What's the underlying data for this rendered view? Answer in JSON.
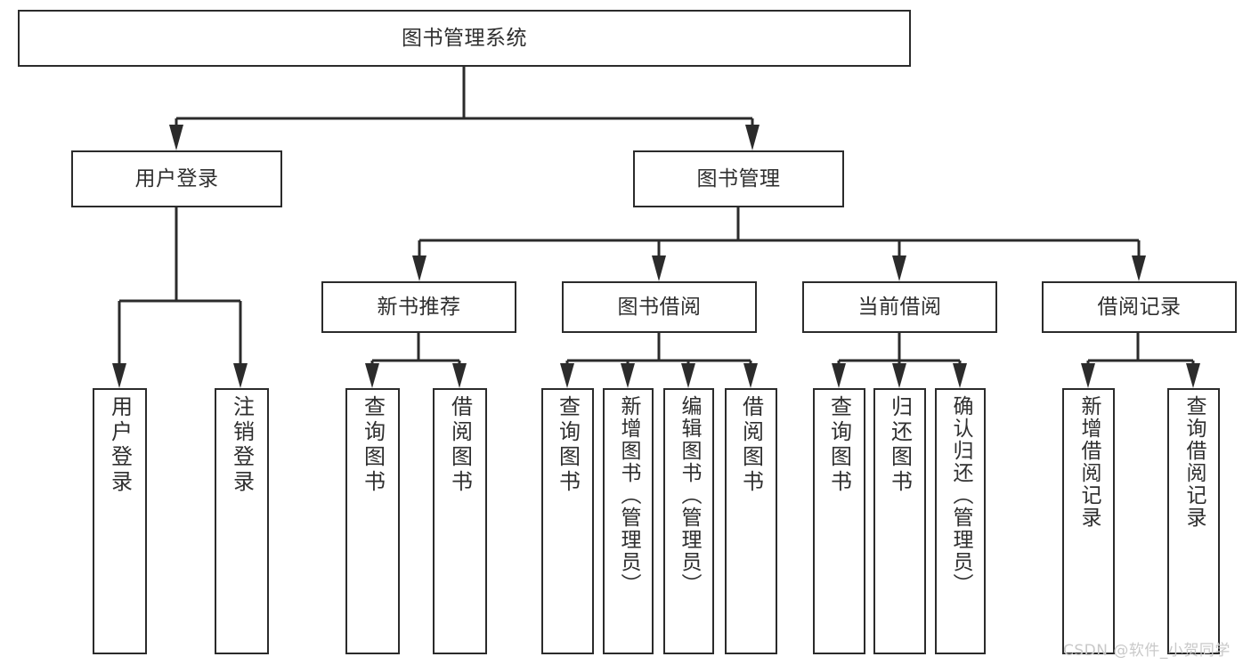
{
  "diagram": {
    "type": "tree-hierarchy-chart",
    "title": "图书管理系统",
    "colors": {
      "stroke": "#2b2b2b",
      "text": "#2f2f2f",
      "background": "#ffffff",
      "watermark": "#c9c9c9"
    },
    "levels": {
      "root": {
        "label": "图书管理系统"
      },
      "level2": [
        {
          "label": "用户登录"
        },
        {
          "label": "图书管理"
        }
      ],
      "level3": [
        {
          "label": "新书推荐"
        },
        {
          "label": "图书借阅"
        },
        {
          "label": "当前借阅"
        },
        {
          "label": "借阅记录"
        }
      ],
      "leaves": [
        {
          "label": "用户登录"
        },
        {
          "label": "注销登录"
        },
        {
          "label": "查询图书"
        },
        {
          "label": "借阅图书"
        },
        {
          "label": "查询图书"
        },
        {
          "label": "新增图书（管理员）"
        },
        {
          "label": "编辑图书（管理员）"
        },
        {
          "label": "借阅图书"
        },
        {
          "label": "查询图书"
        },
        {
          "label": "归还图书"
        },
        {
          "label": "确认归还（管理员）"
        },
        {
          "label": "新增借阅记录"
        },
        {
          "label": "查询借阅记录"
        }
      ]
    }
  },
  "watermark": {
    "text": "CSDN @软件_小贺同学"
  }
}
